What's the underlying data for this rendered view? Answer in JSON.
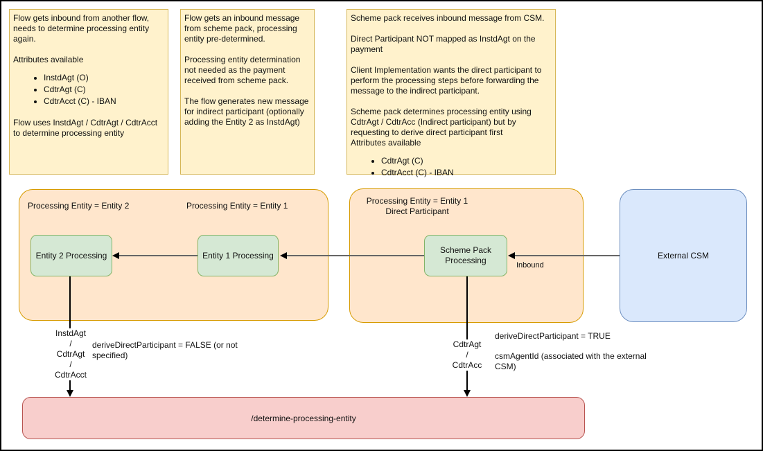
{
  "colors": {
    "note_fill": "#fff2cc",
    "note_border": "#d6b656",
    "zone_fill": "#ffe6cc",
    "zone_border": "#d79b00",
    "process_fill": "#d5e8d4",
    "process_border": "#82b366",
    "csm_fill": "#dae8fc",
    "csm_border": "#6c8ebf",
    "endpoint_fill": "#f8cecc",
    "endpoint_border": "#b85450",
    "horizontal_connector": "#666666",
    "vertical_connector": "#000000"
  },
  "notes": {
    "note1": {
      "p1": "Flow gets inbound from another flow, needs to determine processing entity again.",
      "p2": "Attributes available",
      "bullets": [
        "InstdAgt (O)",
        "CdtrAgt (C)",
        "CdtrAcct (C) - IBAN"
      ],
      "p3": "Flow uses InstdAgt / CdtrAgt / CdtrAcct to determine processing entity"
    },
    "note2": {
      "p1": "Flow gets an inbound message from scheme pack, processing entity pre-determined.",
      "p2": "Processing entity determination not needed as the payment received from scheme pack.",
      "p3": "The flow generates new message for indirect participant (optionally adding the Entity 2 as InstdAgt)"
    },
    "note3": {
      "p1": "Scheme pack receives inbound message from CSM.",
      "p2": "Direct Participant NOT mapped as InstdAgt on the payment",
      "p3": "Client Implementation wants the direct participant to perform the processing steps before forwarding the message to the indirect participant.",
      "p4": "Scheme pack determines processing entity using CdtrAgt / CdtrAcc (Indirect participant) but by requesting to derive direct participant first",
      "p5": "Attributes available",
      "bullets": [
        "CdtrAgt (C)",
        "CdtrAcct (C) - IBAN"
      ]
    }
  },
  "zone_left": {
    "label_left": "Processing Entity = Entity 2",
    "label_right": "Processing Entity = Entity 1",
    "entity2_box": "Entity 2 Processing",
    "entity1_box": "Entity 1 Processing"
  },
  "zone_right": {
    "label_line1": "Processing Entity = Entity 1",
    "label_line2": "Direct Participant",
    "box_line1": "Scheme Pack",
    "box_line2": "Processing"
  },
  "external_csm": {
    "label": "External CSM"
  },
  "endpoint": {
    "label": "/determine-processing-entity"
  },
  "edges": {
    "inbound_label": "Inbound",
    "left_drop_lines": [
      "InstdAgt",
      "/",
      "CdtrAgt",
      "/",
      "CdtrAcct"
    ],
    "right_drop_lines": [
      "CdtrAgt",
      "/",
      "CdtrAcc"
    ],
    "left_annotation": "deriveDirectParticipant = FALSE (or not specified)",
    "right_annotation1": "deriveDirectParticipant = TRUE",
    "right_annotation2": "csmAgentId (associated with the external CSM)"
  }
}
